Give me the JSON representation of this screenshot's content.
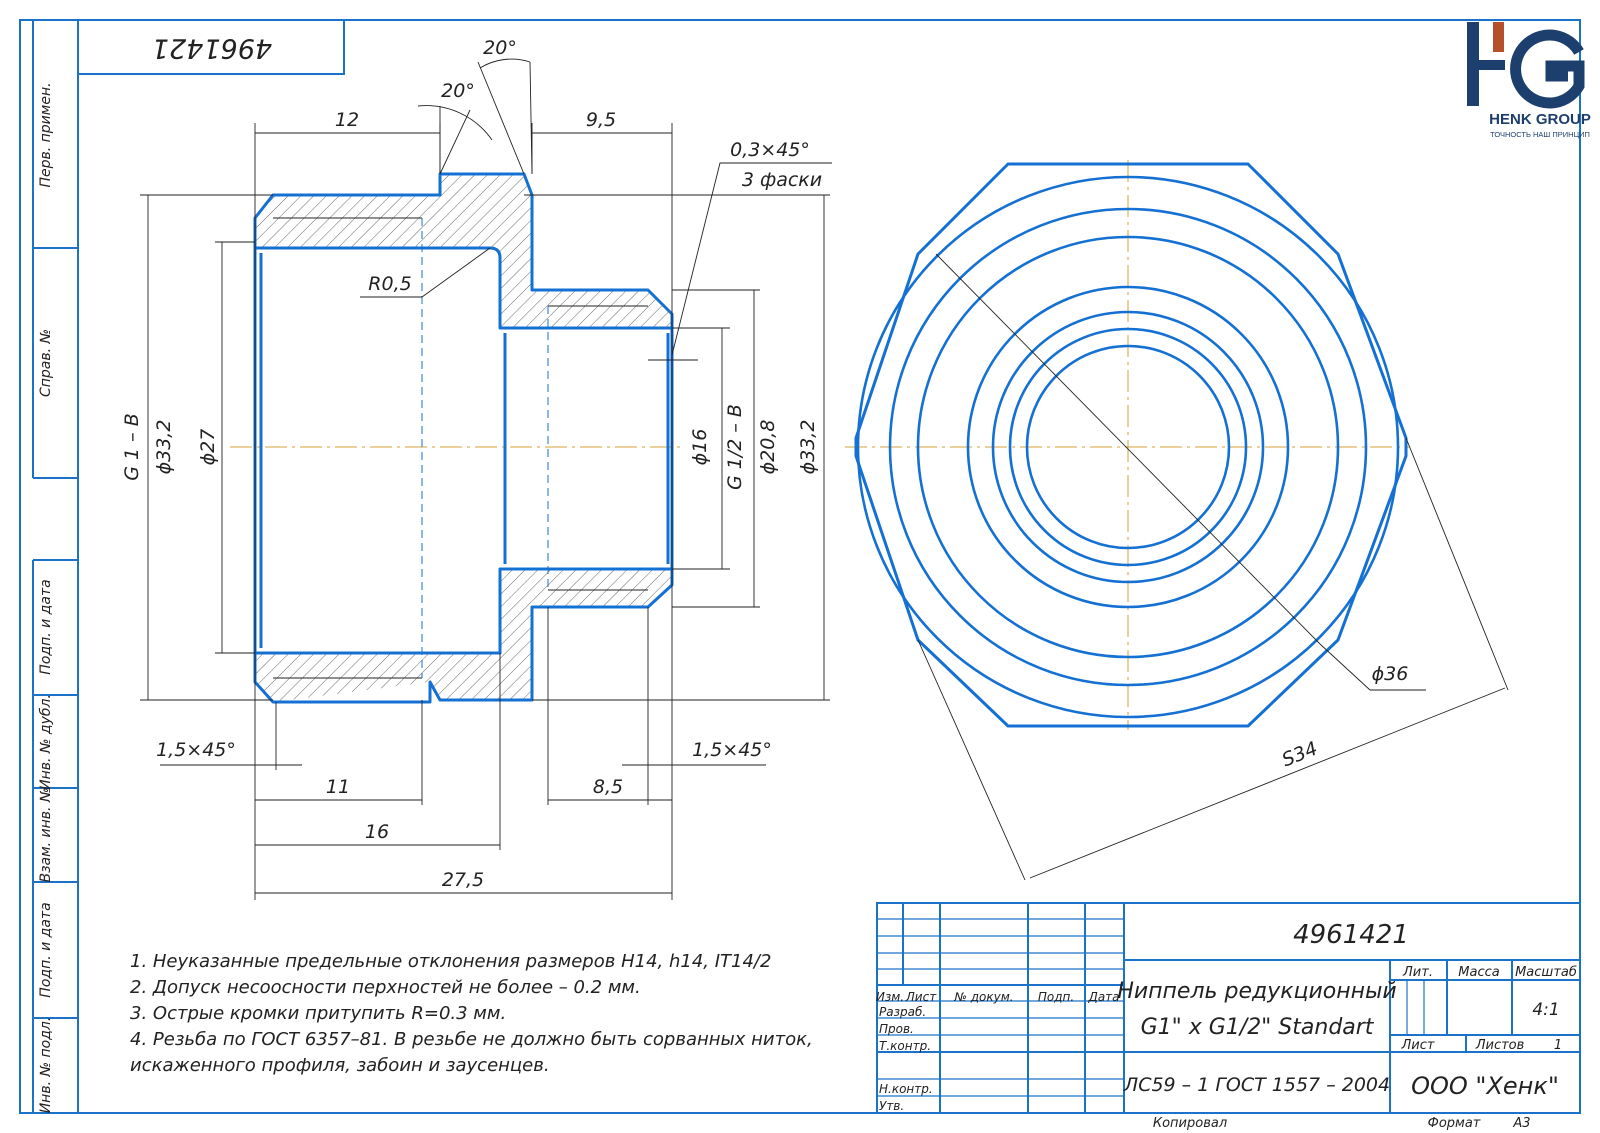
{
  "drawing_number": "4961421",
  "drawing_number_rotated": "4961421",
  "logo": {
    "company": "HENK GROUP",
    "tagline": "ТОЧНОСТЬ НАШ ПРИНЦИП",
    "mark": "HG",
    "color_blue": "#1d3f6e",
    "color_accent": "#b5502a"
  },
  "side_strip": [
    "Перв. примен.",
    "Справ. №",
    "Подп. и дата",
    "Инв. № дубл.",
    "Взам. инв. №",
    "Подп. и дата",
    "Инв. № подл."
  ],
  "dimensions": {
    "d12": "12",
    "d9_5": "9,5",
    "a20_top": "20°",
    "a20_mid": "20°",
    "chamfer_note": "0,3×45°",
    "chamfer_count": "3 фаски",
    "r05": "R0,5",
    "g1b": "G 1 – B",
    "d33_2_left": "ϕ33,2",
    "d27": "ϕ27",
    "d16": "ϕ16",
    "g12b": "G 1/2 – B",
    "d20_8": "ϕ20,8",
    "d33_2_right": "ϕ33,2",
    "c15_left": "1,5×45°",
    "c15_right": "1,5×45°",
    "d11": "11",
    "d8_5": "8,5",
    "d16_len": "16",
    "d27_5": "27,5",
    "d36": "ϕ36",
    "s34": "S34"
  },
  "notes": [
    "1. Неуказанные предельные отклонения размеров H14, h14, IT14/2",
    "2. Допуск несоосности перхностей не более – 0.2 мм.",
    "3. Острые кромки притупить R=0.3 мм.",
    "4. Резьба по ГОСТ 6357–81. В резьбе не должно быть сорванных ниток,",
    "искаженного профиля, забоин и заусенцев."
  ],
  "title_block": {
    "number": "4961421",
    "name_line1": "Ниппель редукционный",
    "name_line2": "G1\" x G1/2\" Standart",
    "material": "ЛС59 – 1 ГОСТ 1557 – 2004",
    "company": "ООО \"Хенк\"",
    "col_izm": "Изм.",
    "col_list": "Лист",
    "col_doc": "№ докум.",
    "col_podp": "Подп.",
    "col_data": "Дата",
    "row_razrab": "Разраб.",
    "row_prov": "Пров.",
    "row_tkontr": "Т.контр.",
    "row_nkontr": "Н.контр.",
    "row_utv": "Утв.",
    "lit": "Лит.",
    "massa": "Масса",
    "masshtab": "Масштаб",
    "scale": "4:1",
    "sheet": "Лист",
    "sheets": "Листов",
    "sheets_count": "1",
    "copied": "Копировал",
    "format": "Формат",
    "format_value": "А3"
  }
}
